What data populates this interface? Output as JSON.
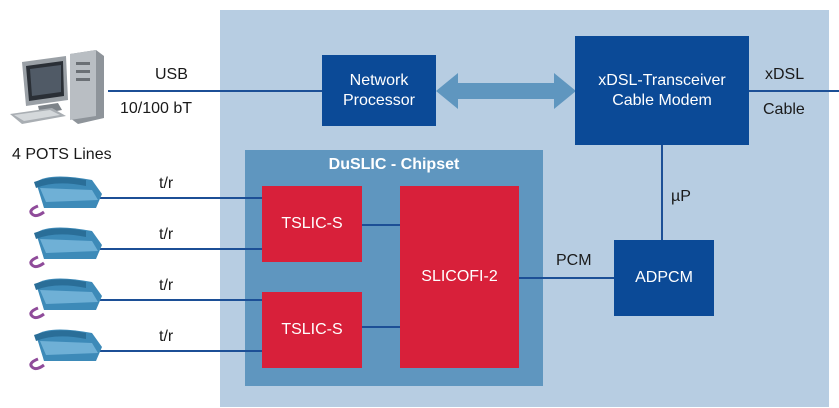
{
  "blocks": {
    "network_processor": [
      "Network",
      "Processor"
    ],
    "xdsl_transceiver": [
      "xDSL-Transceiver",
      "Cable Modem"
    ],
    "chipset_title": "DuSLIC - Chipset",
    "tslic_top": "TSLIC-S",
    "tslic_bottom": "TSLIC-S",
    "slicofi": "SLICOFI-2",
    "adpcm": "ADPCM"
  },
  "labels": {
    "usb": "USB",
    "ethernet": "10/100 bT",
    "xdsl": "xDSL",
    "cable": "Cable",
    "pots": "4 POTS Lines",
    "up": "µP",
    "pcm": "PCM",
    "tr": [
      "t/r",
      "t/r",
      "t/r",
      "t/r"
    ]
  },
  "colors": {
    "system_bg": "#b7cde2",
    "chipset_bg": "#5f96bf",
    "block_blue": "#0b4a97",
    "block_red": "#d8203a",
    "line": "#1c4f96",
    "arrow": "#5f96bf"
  },
  "icons": [
    "computer-icon",
    "telephone-icon"
  ]
}
